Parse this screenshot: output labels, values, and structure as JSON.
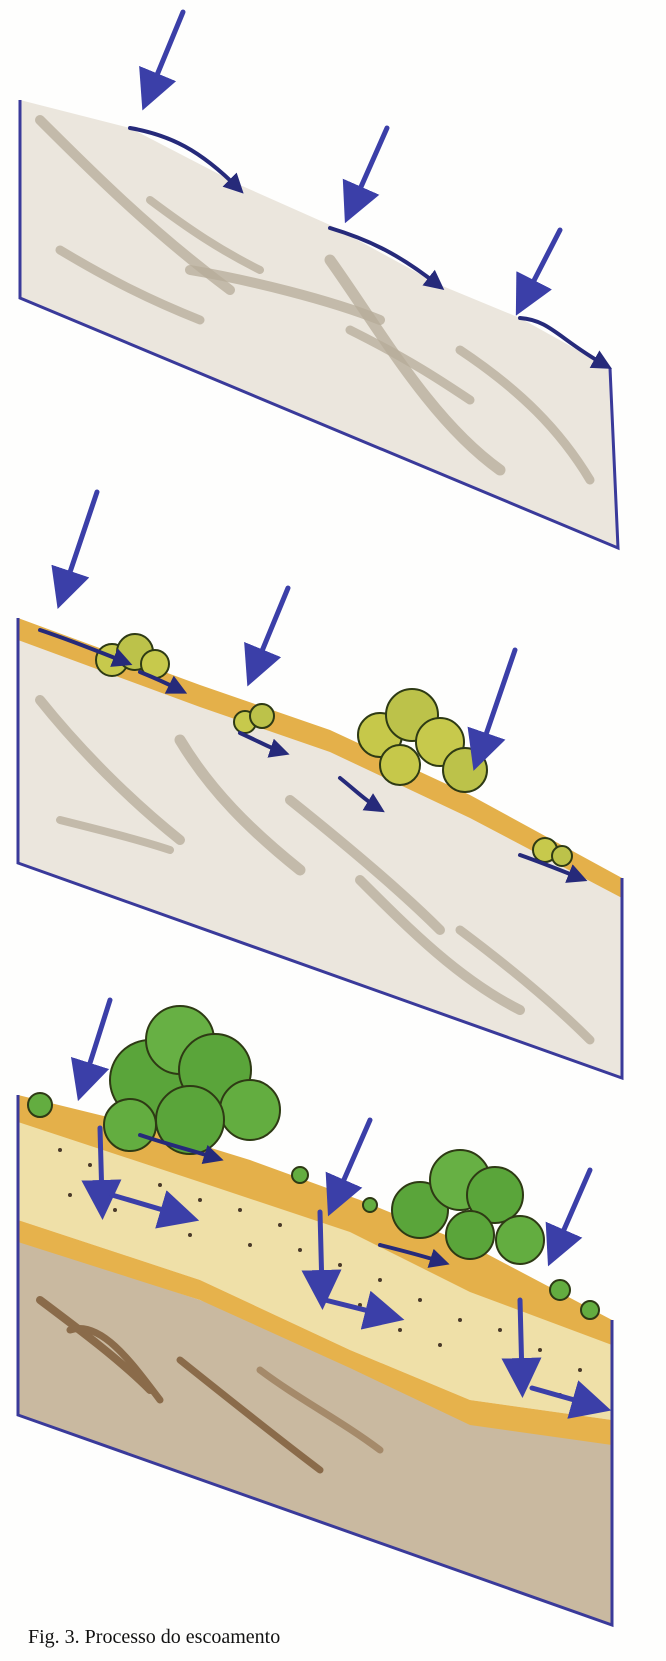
{
  "caption": "Fig. 3. Processo do escoamento",
  "panels": [
    {
      "name": "bare-rock-slope",
      "layers": [
        "rock"
      ]
    },
    {
      "name": "thin-soil-slope",
      "layers": [
        "thin-soil",
        "rock"
      ],
      "vegetation": "shrubs"
    },
    {
      "name": "deep-soil-slope",
      "layers": [
        "topsoil",
        "sandy-layer",
        "rock"
      ],
      "vegetation": "trees"
    }
  ],
  "colors": {
    "arrow": "#3b3fa8",
    "outline": "#3a3a9a",
    "rock": "#ebe6dd",
    "soil": "#e4b04a",
    "sand": "#efe0a8",
    "vegetation_light": "#bcc24a",
    "vegetation_dark": "#5aa53a"
  }
}
